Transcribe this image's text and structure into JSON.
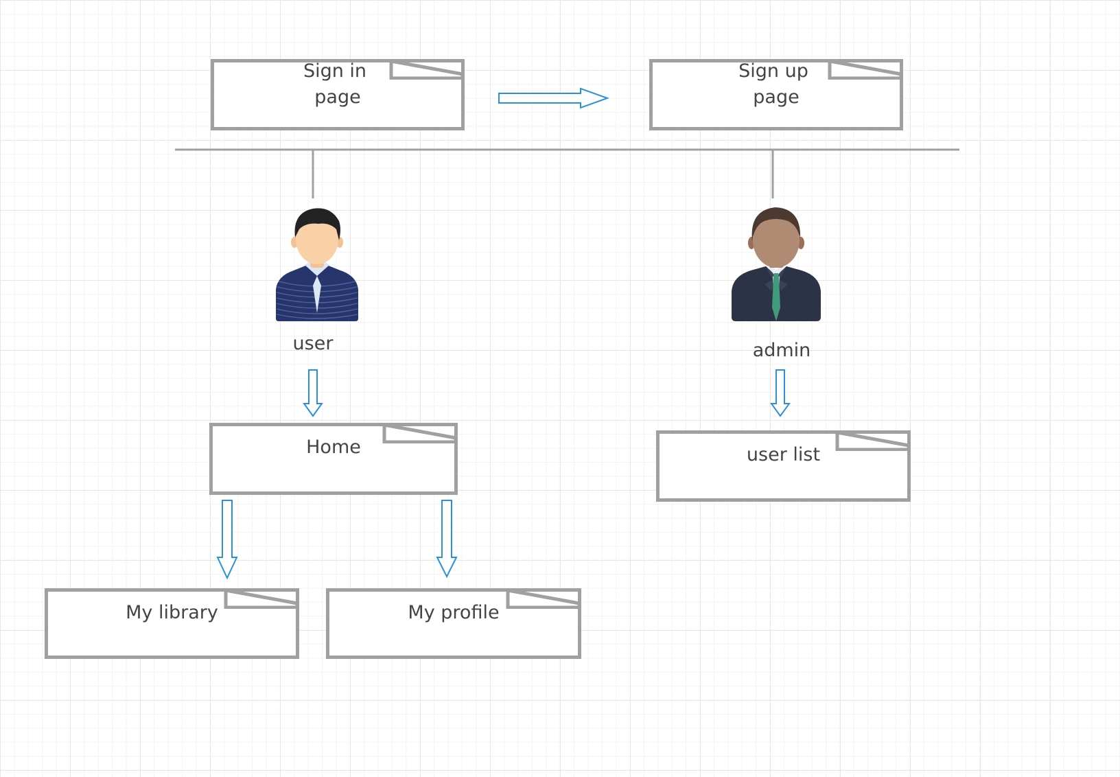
{
  "canvas": {
    "grid_color": "#e6e6e6",
    "background": "#ffffff"
  },
  "colors": {
    "note_border": "#a0a0a0",
    "connector": "#a0a0a0",
    "arrow": "#2b90d9",
    "text": "#444444"
  },
  "notes": {
    "signin": {
      "line1": "Sign in",
      "line2": "page"
    },
    "signup": {
      "line1": "Sign up",
      "line2": "page"
    },
    "home": "Home",
    "userlist": "user list",
    "library": "My library",
    "profile": "My profile"
  },
  "actors": {
    "user": {
      "label": "user",
      "icon": "male-user-icon"
    },
    "admin": {
      "label": "admin",
      "icon": "businessman-admin-icon"
    }
  }
}
